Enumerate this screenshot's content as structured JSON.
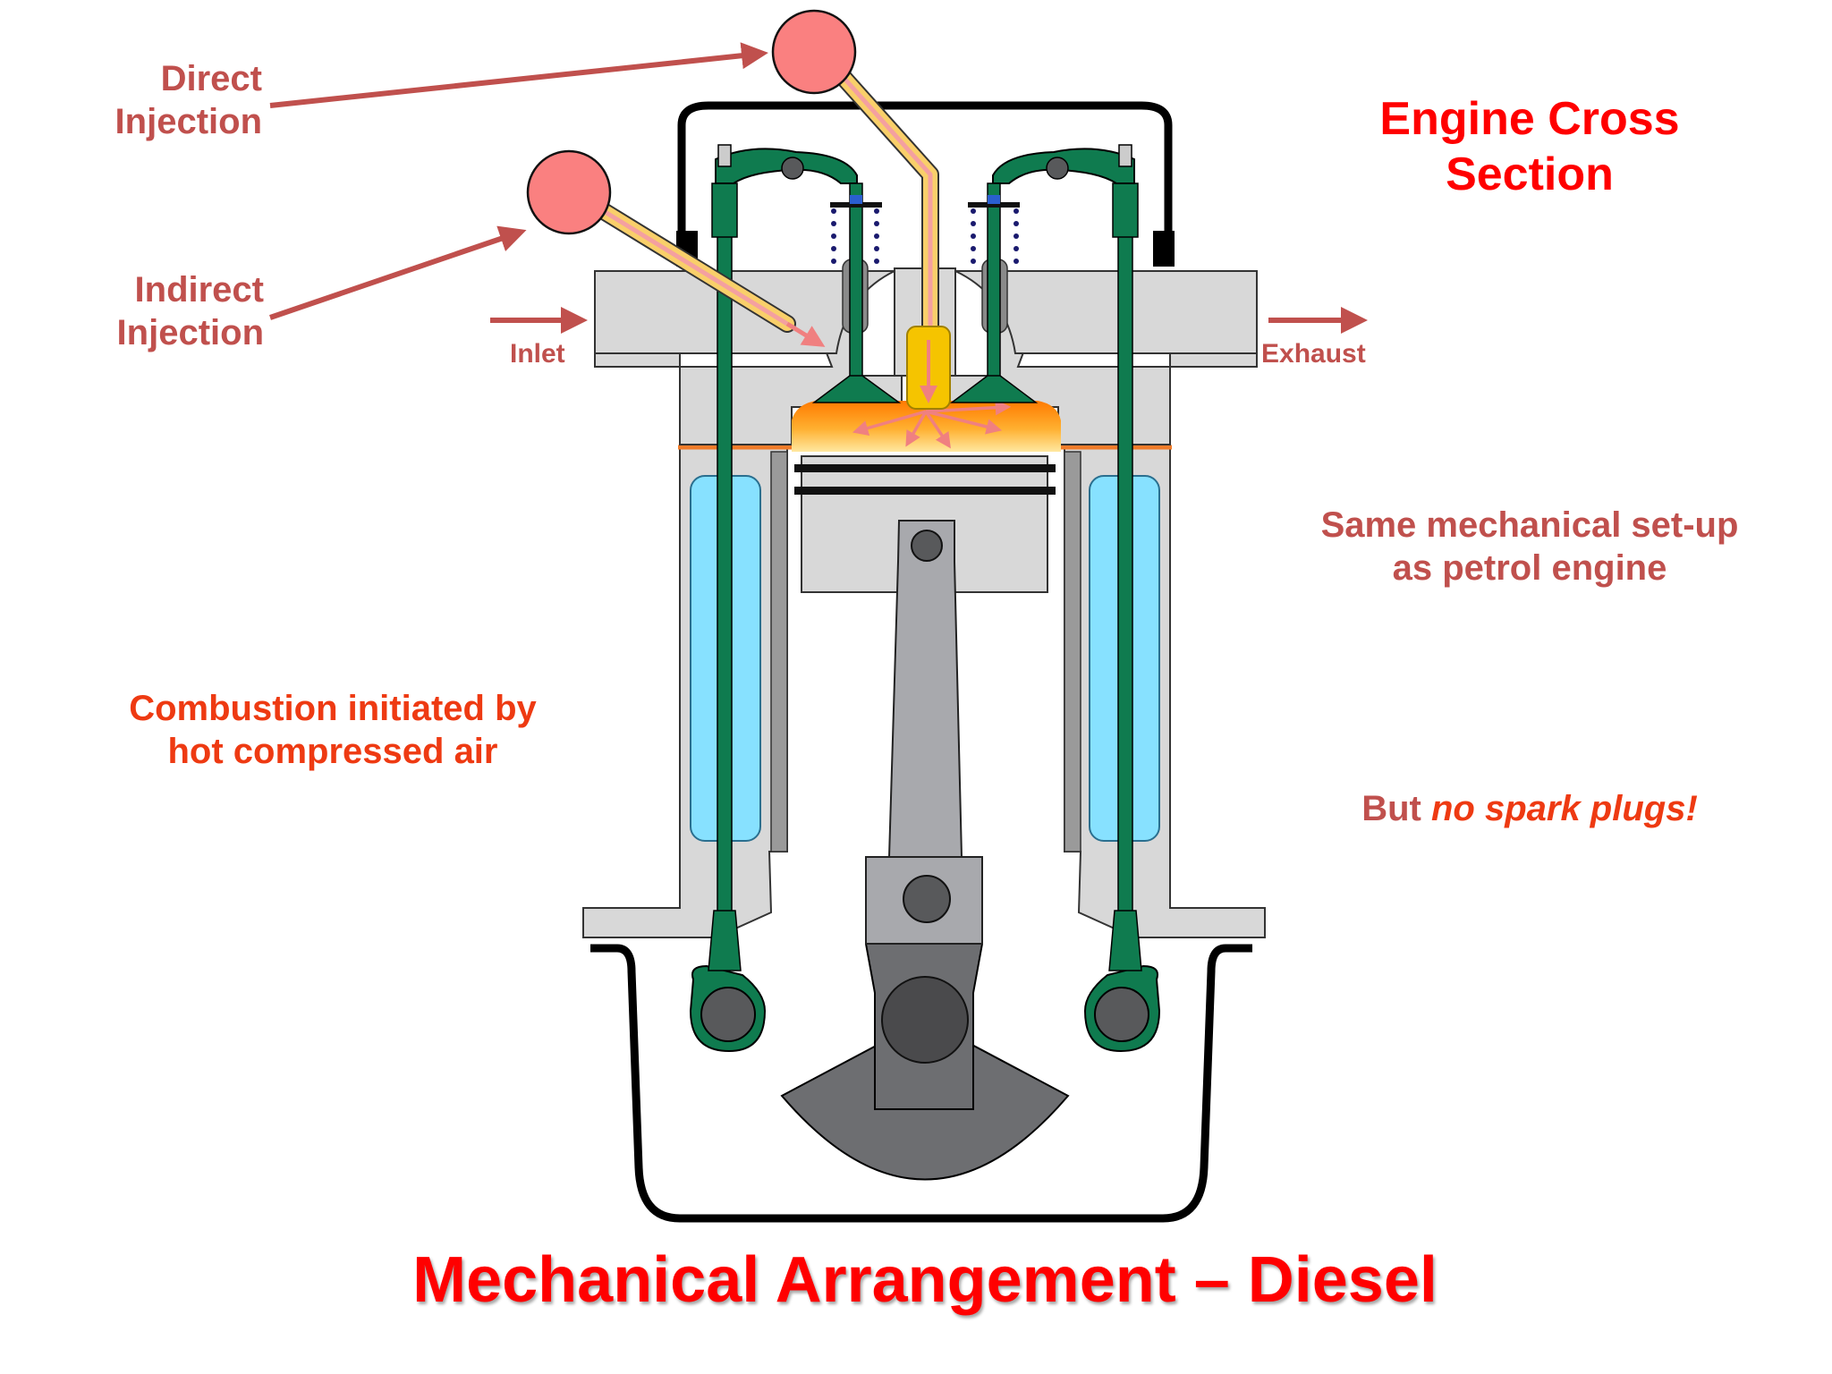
{
  "labels": {
    "direct_injection": [
      "Direct",
      "Injection"
    ],
    "indirect_injection": [
      "Indirect",
      "Injection"
    ],
    "inlet": "Inlet",
    "exhaust": "Exhaust",
    "combustion": [
      "Combustion initiated by",
      "hot compressed air"
    ],
    "engine_cross_section": [
      "Engine Cross",
      "Section"
    ],
    "same_setup": [
      "Same mechanical set-up",
      "as petrol engine"
    ],
    "but": "But ",
    "no_spark_plugs": "no spark plugs!",
    "title": "Mechanical Arrangement – Diesel"
  },
  "colors": {
    "muted_red": "#c0504d",
    "orange_red": "#ee3a12",
    "bright_red": "#ff0000",
    "valve_green": "#0f7b4f",
    "coolant_blue": "#87e1ff",
    "metal_grey": "#d8d8d8",
    "injector_pink": "#fa8080",
    "fuel_yellow": "#f5c400"
  }
}
